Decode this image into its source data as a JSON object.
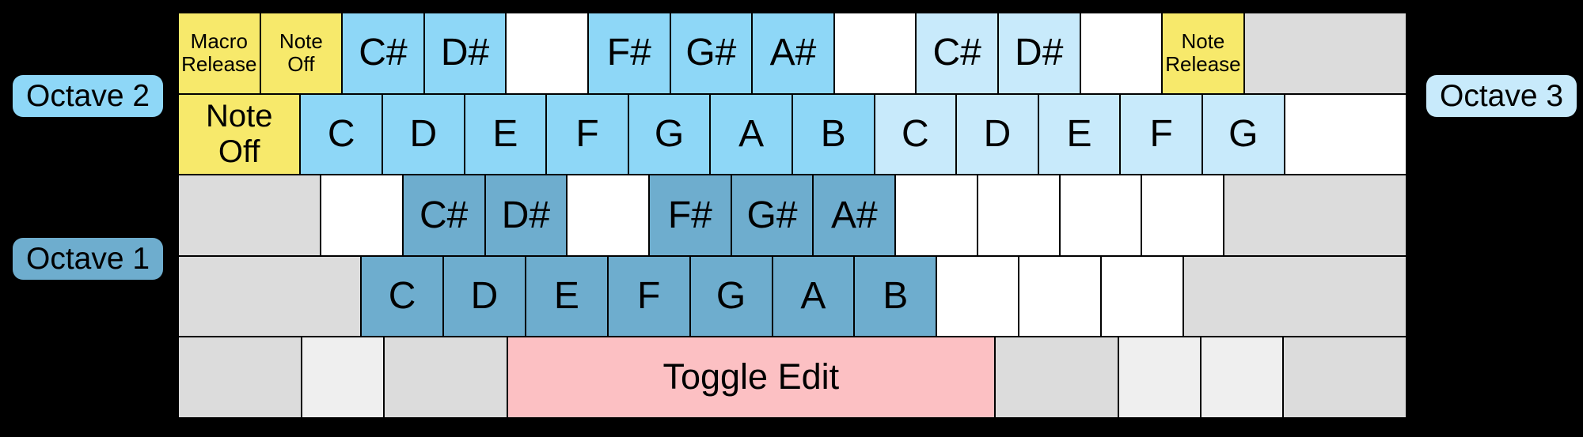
{
  "colors": {
    "yellow": "#F7E96B",
    "octave1_blue": "#6EADCE",
    "octave2_blue": "#8ED7F7",
    "octave3_blue": "#C8EAFB",
    "gray": "#DCDCDC",
    "gray_light": "#EFEFEF",
    "pink": "#FCC0C3",
    "white": "#FFFFFF",
    "key_border": "#000000",
    "label_text": "#000000",
    "background": "#000000"
  },
  "octave_labels": {
    "octave1": {
      "text": "Octave 1",
      "color": "octave1_blue",
      "side": "left"
    },
    "octave2": {
      "text": "Octave 2",
      "color": "octave2_blue",
      "side": "left"
    },
    "octave3": {
      "text": "Octave 3",
      "color": "octave3_blue",
      "side": "right"
    }
  },
  "keyboard": {
    "rows": [
      {
        "keys": [
          {
            "label": "Macro\nRelease",
            "color": "yellow",
            "w": 1,
            "size": "sm",
            "interactable": true
          },
          {
            "label": "Note\nOff",
            "color": "yellow",
            "w": 1,
            "size": "sm",
            "interactable": true
          },
          {
            "label": "C#",
            "color": "octave2_blue",
            "w": 1,
            "size": "lg",
            "interactable": true
          },
          {
            "label": "D#",
            "color": "octave2_blue",
            "w": 1,
            "size": "lg",
            "interactable": true
          },
          {
            "label": "",
            "color": "white",
            "w": 1,
            "interactable": false
          },
          {
            "label": "F#",
            "color": "octave2_blue",
            "w": 1,
            "size": "lg",
            "interactable": true
          },
          {
            "label": "G#",
            "color": "octave2_blue",
            "w": 1,
            "size": "lg",
            "interactable": true
          },
          {
            "label": "A#",
            "color": "octave2_blue",
            "w": 1,
            "size": "lg",
            "interactable": true
          },
          {
            "label": "",
            "color": "white",
            "w": 1,
            "interactable": false
          },
          {
            "label": "C#",
            "color": "octave3_blue",
            "w": 1,
            "size": "lg",
            "interactable": true
          },
          {
            "label": "D#",
            "color": "octave3_blue",
            "w": 1,
            "size": "lg",
            "interactable": true
          },
          {
            "label": "",
            "color": "white",
            "w": 1,
            "interactable": false
          },
          {
            "label": "Note\nRelease",
            "color": "yellow",
            "w": 1,
            "size": "sm",
            "interactable": true
          },
          {
            "label": "",
            "color": "gray",
            "w": 2,
            "interactable": false
          }
        ]
      },
      {
        "keys": [
          {
            "label": "Note\nOff",
            "color": "yellow",
            "w": 1.5,
            "size": "md",
            "interactable": true
          },
          {
            "label": "C",
            "color": "octave2_blue",
            "w": 1,
            "size": "lg",
            "interactable": true
          },
          {
            "label": "D",
            "color": "octave2_blue",
            "w": 1,
            "size": "lg",
            "interactable": true
          },
          {
            "label": "E",
            "color": "octave2_blue",
            "w": 1,
            "size": "lg",
            "interactable": true
          },
          {
            "label": "F",
            "color": "octave2_blue",
            "w": 1,
            "size": "lg",
            "interactable": true
          },
          {
            "label": "G",
            "color": "octave2_blue",
            "w": 1,
            "size": "lg",
            "interactable": true
          },
          {
            "label": "A",
            "color": "octave2_blue",
            "w": 1,
            "size": "lg",
            "interactable": true
          },
          {
            "label": "B",
            "color": "octave2_blue",
            "w": 1,
            "size": "lg",
            "interactable": true
          },
          {
            "label": "C",
            "color": "octave3_blue",
            "w": 1,
            "size": "lg",
            "interactable": true
          },
          {
            "label": "D",
            "color": "octave3_blue",
            "w": 1,
            "size": "lg",
            "interactable": true
          },
          {
            "label": "E",
            "color": "octave3_blue",
            "w": 1,
            "size": "lg",
            "interactable": true
          },
          {
            "label": "F",
            "color": "octave3_blue",
            "w": 1,
            "size": "lg",
            "interactable": true
          },
          {
            "label": "G",
            "color": "octave3_blue",
            "w": 1,
            "size": "lg",
            "interactable": true
          },
          {
            "label": "",
            "color": "white",
            "w": 1.5,
            "interactable": false
          }
        ]
      },
      {
        "keys": [
          {
            "label": "",
            "color": "gray",
            "w": 1.75,
            "interactable": false
          },
          {
            "label": "",
            "color": "white",
            "w": 1,
            "interactable": false
          },
          {
            "label": "C#",
            "color": "octave1_blue",
            "w": 1,
            "size": "lg",
            "interactable": true
          },
          {
            "label": "D#",
            "color": "octave1_blue",
            "w": 1,
            "size": "lg",
            "interactable": true
          },
          {
            "label": "",
            "color": "white",
            "w": 1,
            "interactable": false
          },
          {
            "label": "F#",
            "color": "octave1_blue",
            "w": 1,
            "size": "lg",
            "interactable": true
          },
          {
            "label": "G#",
            "color": "octave1_blue",
            "w": 1,
            "size": "lg",
            "interactable": true
          },
          {
            "label": "A#",
            "color": "octave1_blue",
            "w": 1,
            "size": "lg",
            "interactable": true
          },
          {
            "label": "",
            "color": "white",
            "w": 1,
            "interactable": false
          },
          {
            "label": "",
            "color": "white",
            "w": 1,
            "interactable": false
          },
          {
            "label": "",
            "color": "white",
            "w": 1,
            "interactable": false
          },
          {
            "label": "",
            "color": "white",
            "w": 1,
            "interactable": false
          },
          {
            "label": "",
            "color": "gray",
            "w": 2.25,
            "interactable": false
          }
        ]
      },
      {
        "keys": [
          {
            "label": "",
            "color": "gray",
            "w": 2.25,
            "interactable": false
          },
          {
            "label": "C",
            "color": "octave1_blue",
            "w": 1,
            "size": "lg",
            "interactable": true
          },
          {
            "label": "D",
            "color": "octave1_blue",
            "w": 1,
            "size": "lg",
            "interactable": true
          },
          {
            "label": "E",
            "color": "octave1_blue",
            "w": 1,
            "size": "lg",
            "interactable": true
          },
          {
            "label": "F",
            "color": "octave1_blue",
            "w": 1,
            "size": "lg",
            "interactable": true
          },
          {
            "label": "G",
            "color": "octave1_blue",
            "w": 1,
            "size": "lg",
            "interactable": true
          },
          {
            "label": "A",
            "color": "octave1_blue",
            "w": 1,
            "size": "lg",
            "interactable": true
          },
          {
            "label": "B",
            "color": "octave1_blue",
            "w": 1,
            "size": "lg",
            "interactable": true
          },
          {
            "label": "",
            "color": "white",
            "w": 1,
            "interactable": false
          },
          {
            "label": "",
            "color": "white",
            "w": 1,
            "interactable": false
          },
          {
            "label": "",
            "color": "white",
            "w": 1,
            "interactable": false
          },
          {
            "label": "",
            "color": "gray",
            "w": 2.75,
            "interactable": false
          }
        ]
      },
      {
        "keys": [
          {
            "label": "",
            "color": "gray",
            "w": 1.5,
            "interactable": false
          },
          {
            "label": "",
            "color": "gray_light",
            "w": 1,
            "interactable": false
          },
          {
            "label": "",
            "color": "gray",
            "w": 1.5,
            "interactable": false
          },
          {
            "label": "Toggle Edit",
            "color": "pink",
            "w": 6,
            "size": "md2",
            "interactable": true
          },
          {
            "label": "",
            "color": "gray",
            "w": 1.5,
            "interactable": false
          },
          {
            "label": "",
            "color": "gray_light",
            "w": 1,
            "interactable": false
          },
          {
            "label": "",
            "color": "gray_light",
            "w": 1,
            "interactable": false
          },
          {
            "label": "",
            "color": "gray",
            "w": 1.5,
            "interactable": false
          }
        ]
      }
    ]
  }
}
